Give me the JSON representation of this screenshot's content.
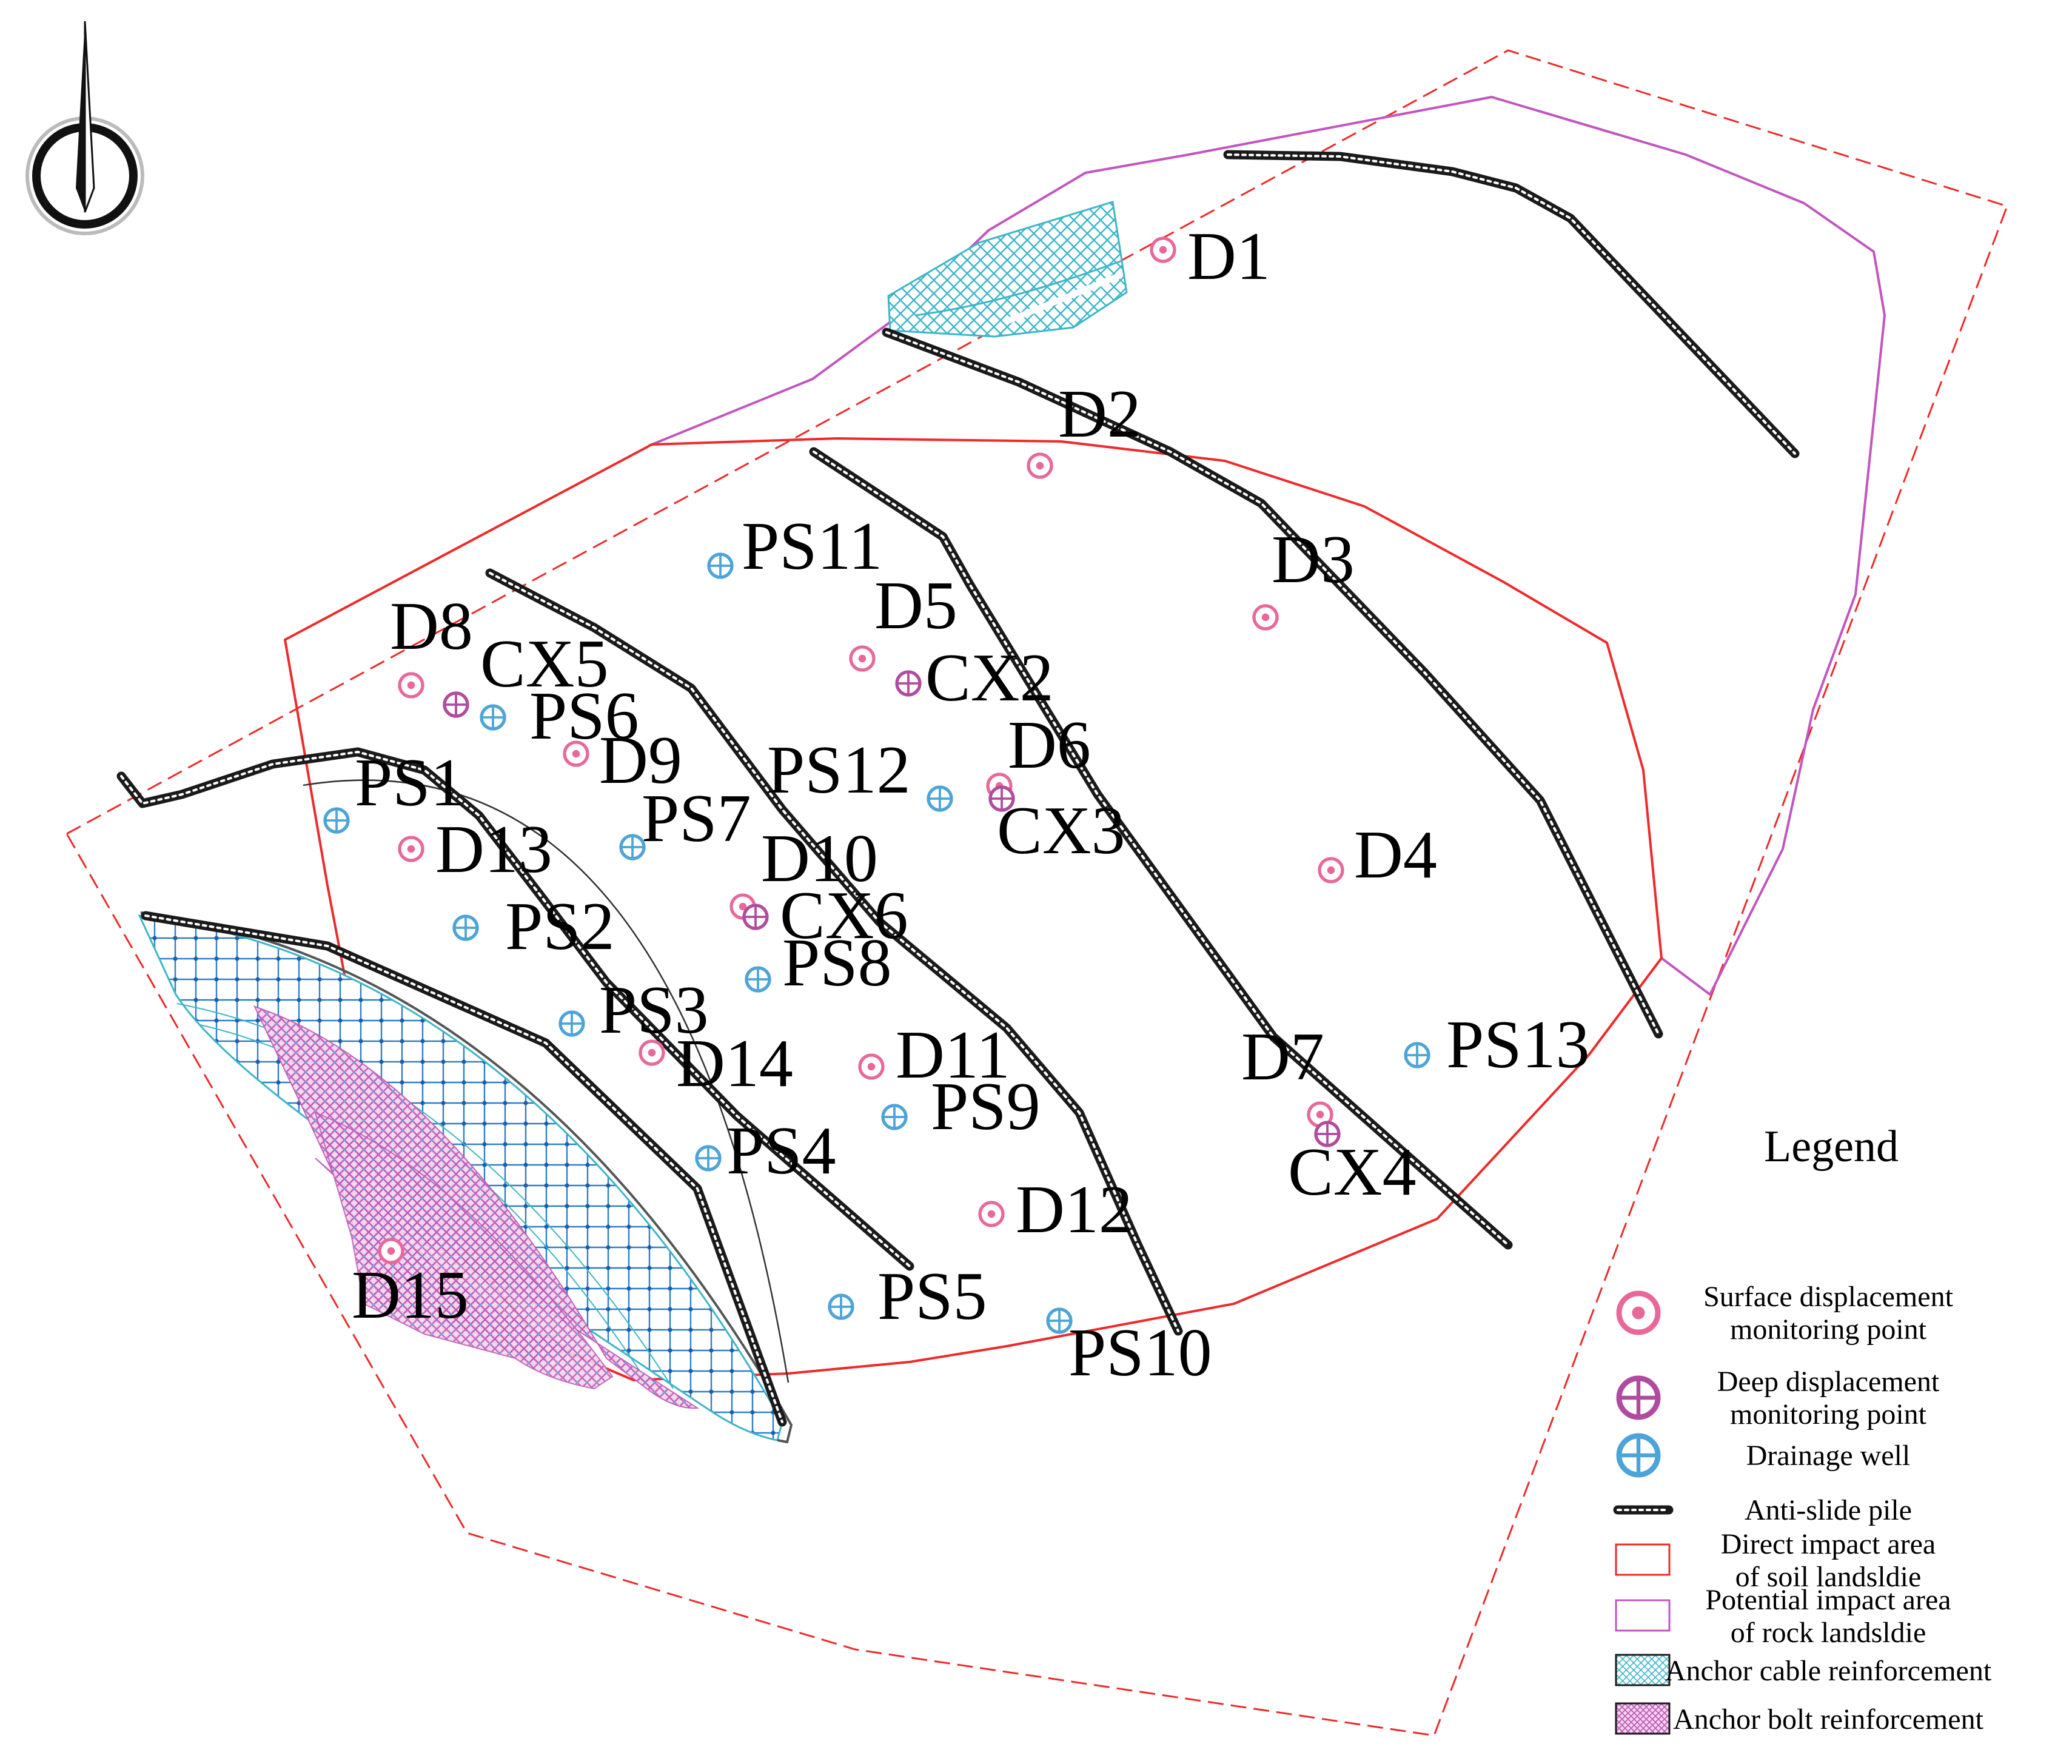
{
  "colors": {
    "surface": "#e8689a",
    "deep": "#b04ba0",
    "drainage": "#4da4d8",
    "soil": "#ee2a2a",
    "rock": "#c255c0",
    "cable": "#3db5c9",
    "bolt": "#c05bb8"
  },
  "icons": {
    "north": "north-arrow-icon",
    "surface": "target-circle-icon",
    "deep": "crosshair-circle-icon",
    "drainage": "crosshair-circle-icon"
  },
  "points": [
    {
      "label": "D1",
      "kind": "surface"
    },
    {
      "label": "D2",
      "kind": "surface"
    },
    {
      "label": "D3",
      "kind": "surface"
    },
    {
      "label": "D4",
      "kind": "surface"
    },
    {
      "label": "D5",
      "kind": "surface"
    },
    {
      "label": "D6",
      "kind": "surface"
    },
    {
      "label": "D7",
      "kind": "surface"
    },
    {
      "label": "D8",
      "kind": "surface"
    },
    {
      "label": "D9",
      "kind": "surface"
    },
    {
      "label": "D10",
      "kind": "surface"
    },
    {
      "label": "D11",
      "kind": "surface"
    },
    {
      "label": "D12",
      "kind": "surface"
    },
    {
      "label": "D13",
      "kind": "surface"
    },
    {
      "label": "D14",
      "kind": "surface"
    },
    {
      "label": "D15",
      "kind": "surface"
    },
    {
      "label": "CX2",
      "kind": "deep"
    },
    {
      "label": "CX3",
      "kind": "deep"
    },
    {
      "label": "CX4",
      "kind": "deep"
    },
    {
      "label": "CX5",
      "kind": "deep"
    },
    {
      "label": "CX6",
      "kind": "deep"
    },
    {
      "label": "PS1",
      "kind": "drainage"
    },
    {
      "label": "PS2",
      "kind": "drainage"
    },
    {
      "label": "PS3",
      "kind": "drainage"
    },
    {
      "label": "PS4",
      "kind": "drainage"
    },
    {
      "label": "PS5",
      "kind": "drainage"
    },
    {
      "label": "PS6",
      "kind": "drainage"
    },
    {
      "label": "PS7",
      "kind": "drainage"
    },
    {
      "label": "PS8",
      "kind": "drainage"
    },
    {
      "label": "PS9",
      "kind": "drainage"
    },
    {
      "label": "PS10",
      "kind": "drainage"
    },
    {
      "label": "PS11",
      "kind": "drainage"
    },
    {
      "label": "PS12",
      "kind": "drainage"
    },
    {
      "label": "PS13",
      "kind": "drainage"
    }
  ],
  "legend": {
    "title": "Legend",
    "items": [
      {
        "key": "surface",
        "lines": [
          "Surface displacement",
          "monitoring point"
        ]
      },
      {
        "key": "deep",
        "lines": [
          "Deep displacement",
          "monitoring point"
        ]
      },
      {
        "key": "drainage",
        "lines": [
          "Drainage well"
        ]
      },
      {
        "key": "pile",
        "lines": [
          "Anti-slide pile"
        ]
      },
      {
        "key": "soil",
        "lines": [
          "Direct impact area",
          "of soil landsldie"
        ]
      },
      {
        "key": "rock",
        "lines": [
          "Potential impact area",
          "of rock landsldie"
        ]
      },
      {
        "key": "cable",
        "lines": [
          "Anchor cable reinforcement"
        ]
      },
      {
        "key": "bolt",
        "lines": [
          "Anchor bolt reinforcement"
        ]
      }
    ]
  }
}
